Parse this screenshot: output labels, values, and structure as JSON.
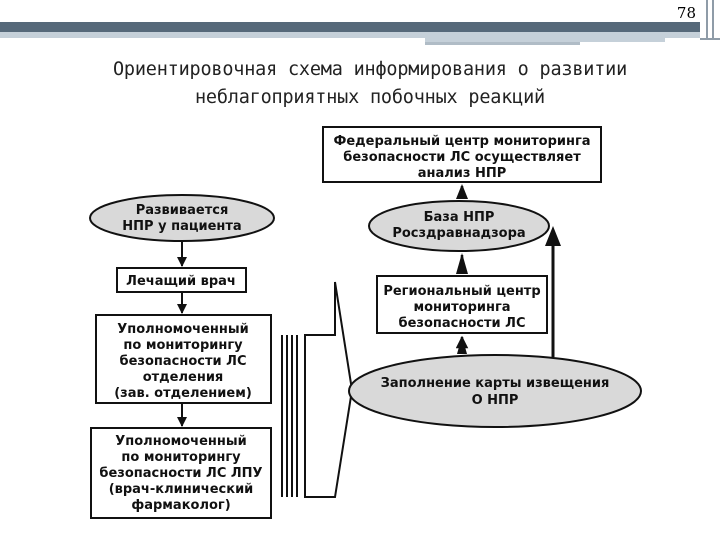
{
  "page_number": "78",
  "title": {
    "line1": "Ориентировочная схема информирования о развитии",
    "line2": "неблагоприятных побочных реакций"
  },
  "nodes": {
    "federal_center": [
      "Федеральный центр мониторинга",
      "безопасности ЛС осуществляет",
      "анализ НПР"
    ],
    "npr_patient": [
      "Развивается",
      "НПР у пациента"
    ],
    "attending_doctor": [
      "Лечащий врач"
    ],
    "department_officer": [
      "Уполномоченный",
      "по мониторингу",
      "безопасности ЛС",
      "отделения",
      "(зав. отделением)"
    ],
    "lpu_officer": [
      "Уполномоченный",
      "по мониторингу",
      "безопасности ЛС ЛПУ",
      "(врач-клинический",
      "фармаколог)"
    ],
    "npr_base": [
      "База НПР",
      "Росздравнадзора"
    ],
    "regional_center": [
      "Региональный центр",
      "мониторинга",
      "безопасности ЛС"
    ],
    "fill_card": [
      "Заполнение карты извещения",
      "О НПР"
    ]
  },
  "colors": {
    "header_bar": "#56697a",
    "header_bar_light": "#c5d0d9",
    "ellipse_fill": "#d9d9d9",
    "outline": "#111111"
  }
}
